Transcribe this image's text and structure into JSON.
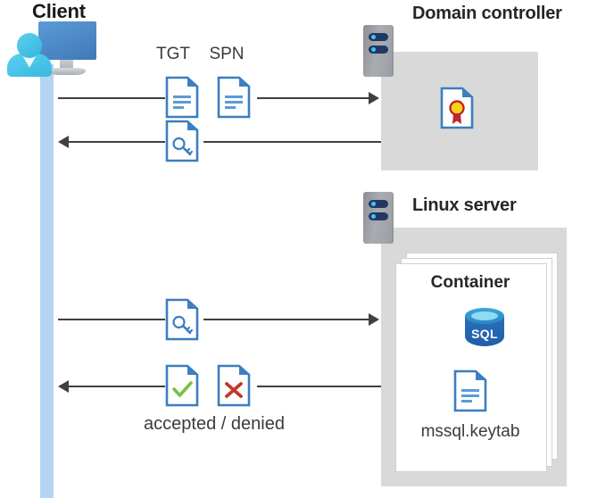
{
  "diagram": {
    "title_client": "Client",
    "groups": [
      {
        "id": "domain-controller",
        "label": "Domain controller"
      },
      {
        "id": "linux-server",
        "label": "Linux server"
      }
    ],
    "container": {
      "label": "Container",
      "database_label": "SQL",
      "keytab_label": "mssql.keytab"
    },
    "message_labels": {
      "tgt": "TGT",
      "spn": "SPN",
      "accepted_denied": "accepted / denied"
    },
    "icons": {
      "client": "client-workstation-icon",
      "server": "server-icon",
      "certificate": "certificate-document-icon",
      "key": "key-document-icon",
      "accepted": "check-document-icon",
      "denied": "cross-document-icon",
      "database": "sql-database-icon",
      "keytab": "text-document-icon"
    },
    "colors": {
      "lifeline": "#b5d3f2",
      "group_box": "#d9d9d9",
      "doc_outline": "#3a7ebf",
      "doc_fold": "#3f7fc1",
      "arrow": "#404040",
      "accept_green": "#7ac143",
      "deny_red": "#c0392b",
      "cert_gold": "#f7d417",
      "cert_ribbon": "#c0252b",
      "sql_blue": "#2a6fbb",
      "monitor_blue": "#4178b8",
      "person_cyan": "#36b9e0",
      "server_navy": "#1f3864"
    }
  }
}
